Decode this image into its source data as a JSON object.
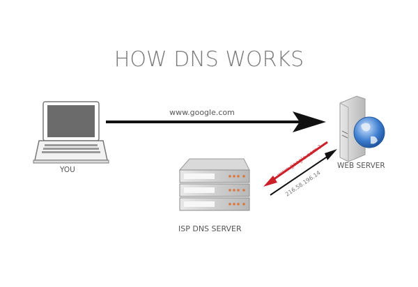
{
  "title": "HOW DNS WORKS",
  "nodes": {
    "you": {
      "label": "YOU",
      "icon": "laptop-icon"
    },
    "web_server": {
      "label": "WEB SERVER",
      "icon": "web-server-globe-icon"
    },
    "isp_dns": {
      "label": "ISP DNS SERVER",
      "icon": "rack-server-icon"
    }
  },
  "edges": {
    "request": {
      "label": "www.google.com",
      "from": "you",
      "to": "web_server",
      "color": "#111111"
    },
    "query": {
      "label": "www.google.com ?",
      "from": "web_server",
      "to": "isp_dns",
      "color": "#cc1f2a"
    },
    "answer": {
      "label": "216.58.196.14",
      "from": "isp_dns",
      "to": "web_server",
      "color": "#111111"
    }
  }
}
